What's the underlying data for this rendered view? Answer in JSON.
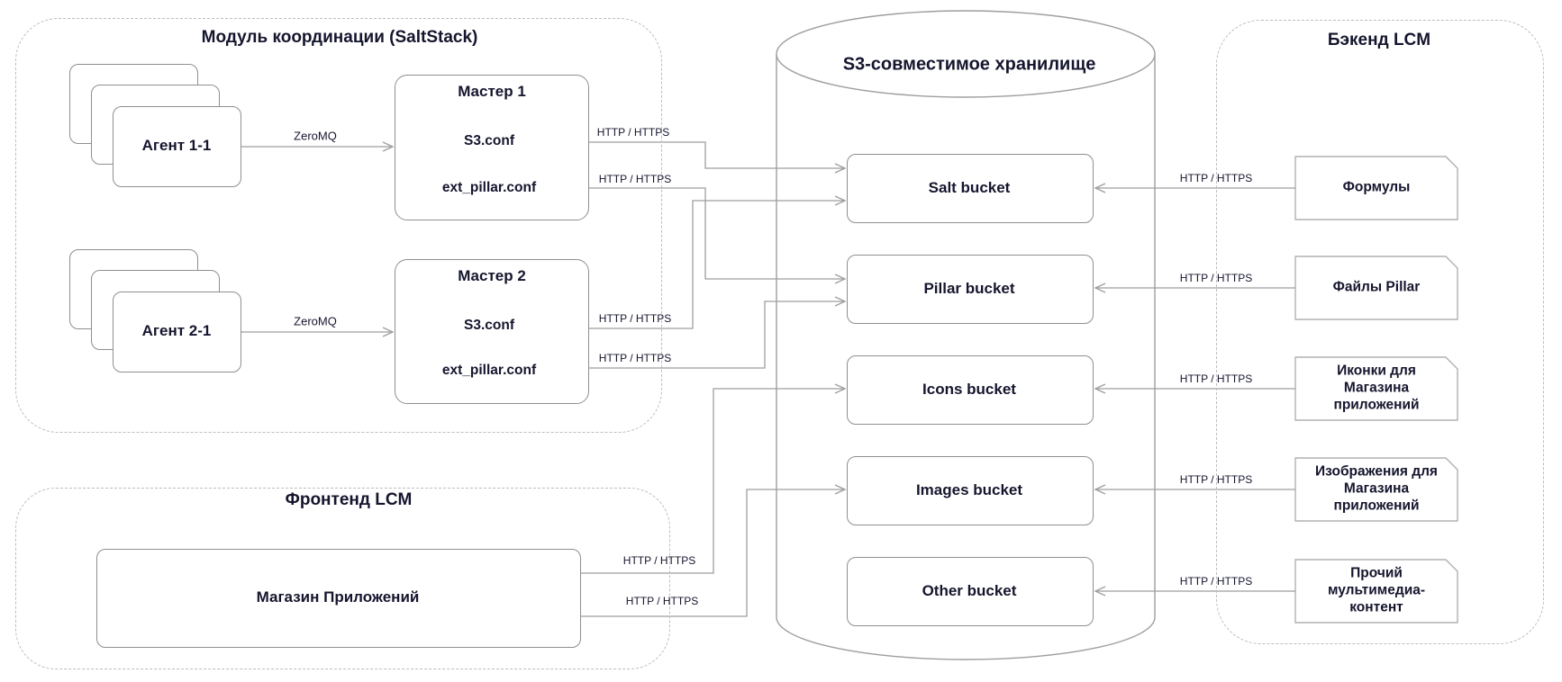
{
  "coordination": {
    "title": "Модуль координации (SaltStack)",
    "agents": [
      {
        "label": "Агент 1-1"
      },
      {
        "label": "Агент 2-1"
      }
    ],
    "masters": [
      {
        "title": "Мастер 1",
        "files": [
          "S3.conf",
          "ext_pillar.conf"
        ]
      },
      {
        "title": "Мастер 2",
        "files": [
          "S3.conf",
          "ext_pillar.conf"
        ]
      }
    ]
  },
  "storage": {
    "title": "S3-совместимое хранилище",
    "buckets": [
      "Salt bucket",
      "Pillar bucket",
      "Icons bucket",
      "Images bucket",
      "Other bucket"
    ]
  },
  "backend": {
    "title": "Бэкенд LCM",
    "documents": [
      "Формулы",
      "Файлы Pillar",
      "Иконки для Магазина приложений",
      "Изображения для Магазина приложений",
      "Прочий мультимедиа-контент"
    ]
  },
  "frontend": {
    "title": "Фронтенд LCM",
    "store": "Магазин Приложений"
  },
  "edge_labels": {
    "zeromq": "ZeroMQ",
    "http": "HTTP / HTTPS"
  },
  "colors": {
    "text": "#15152e",
    "connector": "#9e9e9e",
    "solid_border": "#8f8f8f",
    "note_border": "#b5b5b5",
    "dashed_border": "#bdbdbd",
    "background": "#ffffff"
  }
}
